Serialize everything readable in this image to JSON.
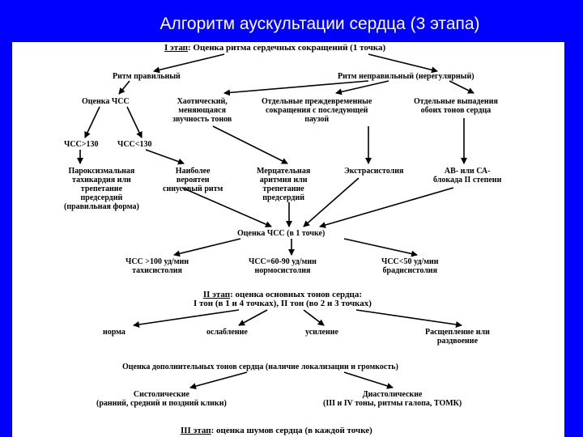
{
  "title": "Алгоритм аускультации сердца (3 этапа)",
  "diagram": {
    "stage1": {
      "label": "I этап",
      "text": ": Оценка ритма сердечных сокращений (1 точка)"
    },
    "rhythm_regular": "Ритм правильный",
    "rhythm_irregular": "Ритм неправильный (нерегулярный)",
    "hr_assessment": "Оценка ЧСС",
    "hr_gt": "ЧСС>130",
    "hr_lt": "ЧСС<130",
    "chaotic": [
      "Хаотический,",
      "меняющаяся",
      "звучность тонов"
    ],
    "premature": [
      "Отдельные преждевременные",
      "сокращения с последующей",
      "паузой"
    ],
    "dropouts": [
      "Отдельные выпадения",
      "обоих тонов сердца"
    ],
    "paroxysmal": [
      "Пароксизмальная",
      "тахикардия или",
      "трепетание",
      "предсердий",
      "(правильная форма)"
    ],
    "sinus": [
      "Наиболее",
      "вероятен",
      "синусовый ритм"
    ],
    "afib": [
      "Мерцательная",
      "аритмия или",
      "трепетание",
      "предсердий"
    ],
    "extrasystole": "Экстрасистолия",
    "av_block": [
      "АВ- или СА-",
      "блокада II степени"
    ],
    "hr_one_point": "Оценка ЧСС (в 1 точке)",
    "tachy": [
      "ЧСС >100 уд/мин",
      "тахисистолия"
    ],
    "normo": [
      "ЧСС=60-90 уд/мин",
      "нормосистолия"
    ],
    "brady": [
      "ЧСС<50 уд/мин",
      "брадисистолия"
    ],
    "stage2": {
      "label": "II этап",
      "text": ": оценка основных тонов сердца:",
      "line2": "I тон (в 1 и 4 точках), II тон (во 2 и 3 точках)"
    },
    "norm": "норма",
    "weakening": "ослабление",
    "strengthening": "усиление",
    "splitting": [
      "Расщепление или",
      "раздвоение"
    ],
    "additional_tones": "Оценка дополнительных тонов сердца (наличие локализации и громкость)",
    "systolic": [
      "Систолические",
      "(ранний, средний и поздний клики)"
    ],
    "diastolic": [
      "Диастолические",
      "(III и IV тоны, ритмы галопа, ТОМК)"
    ],
    "stage3": {
      "label": "III этап",
      "text": ": оценка шумов сердца (в каждой точке)"
    }
  }
}
